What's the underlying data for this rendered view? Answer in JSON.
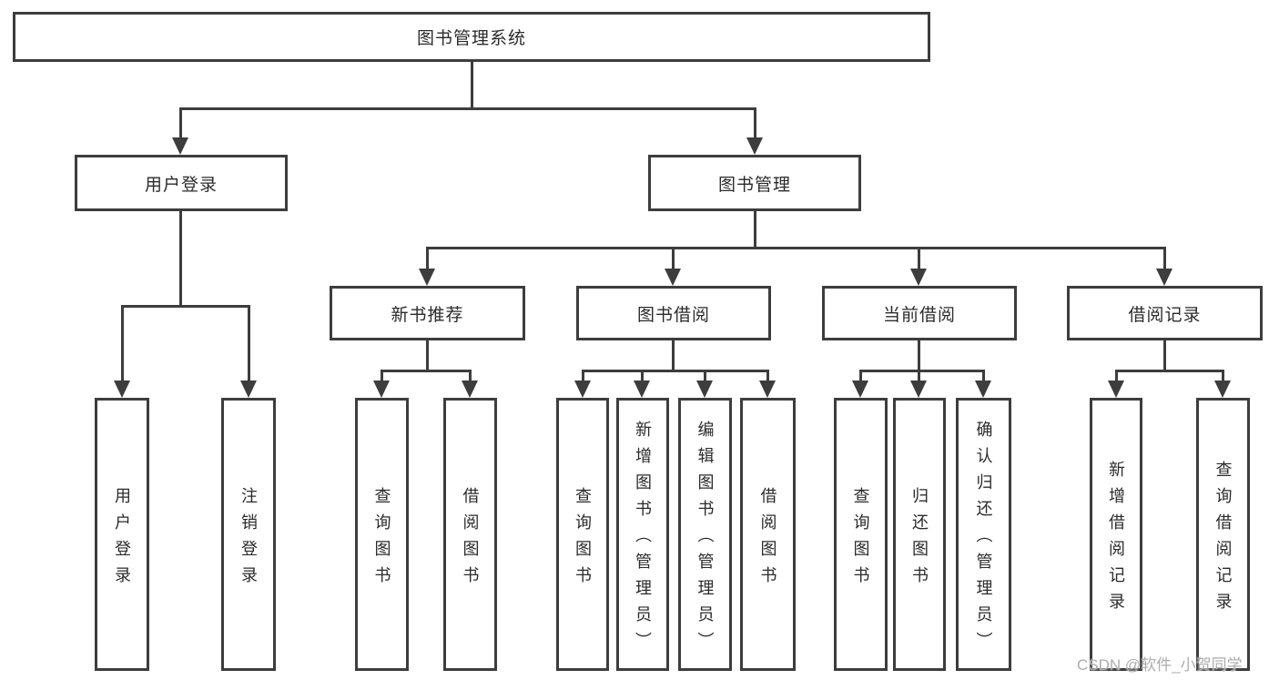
{
  "diagram": {
    "root": {
      "label": "图书管理系统"
    },
    "branches": [
      {
        "label": "用户登录",
        "children": [
          {
            "label": "用户登录"
          },
          {
            "label": "注销登录"
          }
        ]
      },
      {
        "label": "图书管理",
        "children": [
          {
            "label": "新书推荐",
            "children": [
              {
                "label": "查询图书"
              },
              {
                "label": "借阅图书"
              }
            ]
          },
          {
            "label": "图书借阅",
            "children": [
              {
                "label": "查询图书"
              },
              {
                "label": "新增图书（管理员）"
              },
              {
                "label": "编辑图书（管理员）"
              },
              {
                "label": "借阅图书"
              }
            ]
          },
          {
            "label": "当前借阅",
            "children": [
              {
                "label": "查询图书"
              },
              {
                "label": "归还图书"
              },
              {
                "label": "确认归还（管理员）"
              }
            ]
          },
          {
            "label": "借阅记录",
            "children": [
              {
                "label": "新增借阅记录"
              },
              {
                "label": "查询借阅记录"
              }
            ]
          }
        ]
      }
    ]
  },
  "watermark": {
    "text": "CSDN @软件_小贺同学"
  },
  "colors": {
    "line": "#3d3d3d",
    "text": "#2b2b2b",
    "watermark": "#adadad"
  }
}
